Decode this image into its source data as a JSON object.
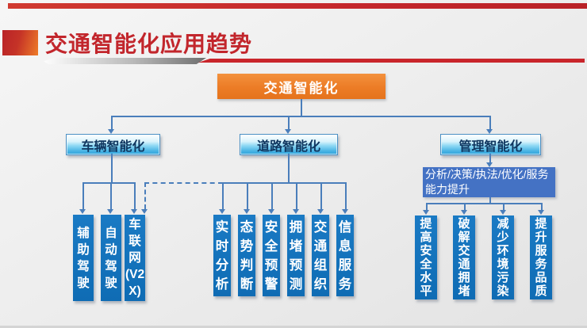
{
  "slide": {
    "title": "交通智能化应用趋势"
  },
  "diagram": {
    "root": "交通智能化",
    "branches": [
      {
        "label": "车辆智能化",
        "children": [
          "辅助驾驶",
          "自动驾驶",
          "车联网(V2X)"
        ]
      },
      {
        "label": "道路智能化",
        "children": [
          "实时分析",
          "态势判断",
          "安全预警",
          "拥堵预测",
          "交通组织",
          "信息服务"
        ]
      },
      {
        "label": "管理智能化",
        "caption": "分析/决策/执法/优化/服务能力提升",
        "children": [
          "提高安全水平",
          "破解交通拥堵",
          "减少环境污染",
          "提升服务品质"
        ]
      }
    ]
  },
  "colors": {
    "title_red": "#c2262c",
    "top_bar_red": "#c4262b",
    "root_orange": "#ec7c26",
    "level2_gloss_blue": "#49b4e4",
    "level2_text": "#10365f",
    "leaf_blue": "#1271ba",
    "caption_blue": "#4472c4",
    "connector_blue": "#4a7ebb",
    "background_gray": "#ededed"
  }
}
